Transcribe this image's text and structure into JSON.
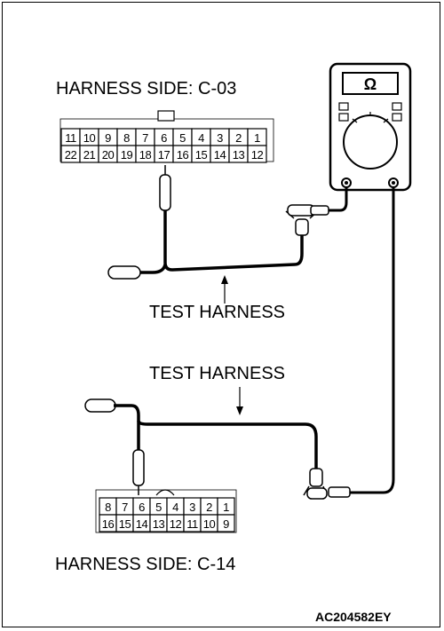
{
  "labels": {
    "harness_top": "HARNESS SIDE: C-03",
    "harness_bottom": "HARNESS SIDE: C-14",
    "test_harness_upper": "TEST HARNESS",
    "test_harness_lower": "TEST HARNESS",
    "figure_code": "AC204582EY",
    "meter_symbol": "Ω"
  },
  "connector_c03": {
    "top_row": [
      "11",
      "10",
      "9",
      "8",
      "7",
      "6",
      "5",
      "4",
      "3",
      "2",
      "1"
    ],
    "bottom_row": [
      "22",
      "21",
      "20",
      "19",
      "18",
      "17",
      "16",
      "15",
      "14",
      "13",
      "12"
    ]
  },
  "connector_c14": {
    "top_row": [
      "8",
      "7",
      "6",
      "5",
      "4",
      "3",
      "2",
      "1"
    ],
    "bottom_row": [
      "16",
      "15",
      "14",
      "13",
      "12",
      "11",
      "10",
      "9"
    ]
  }
}
